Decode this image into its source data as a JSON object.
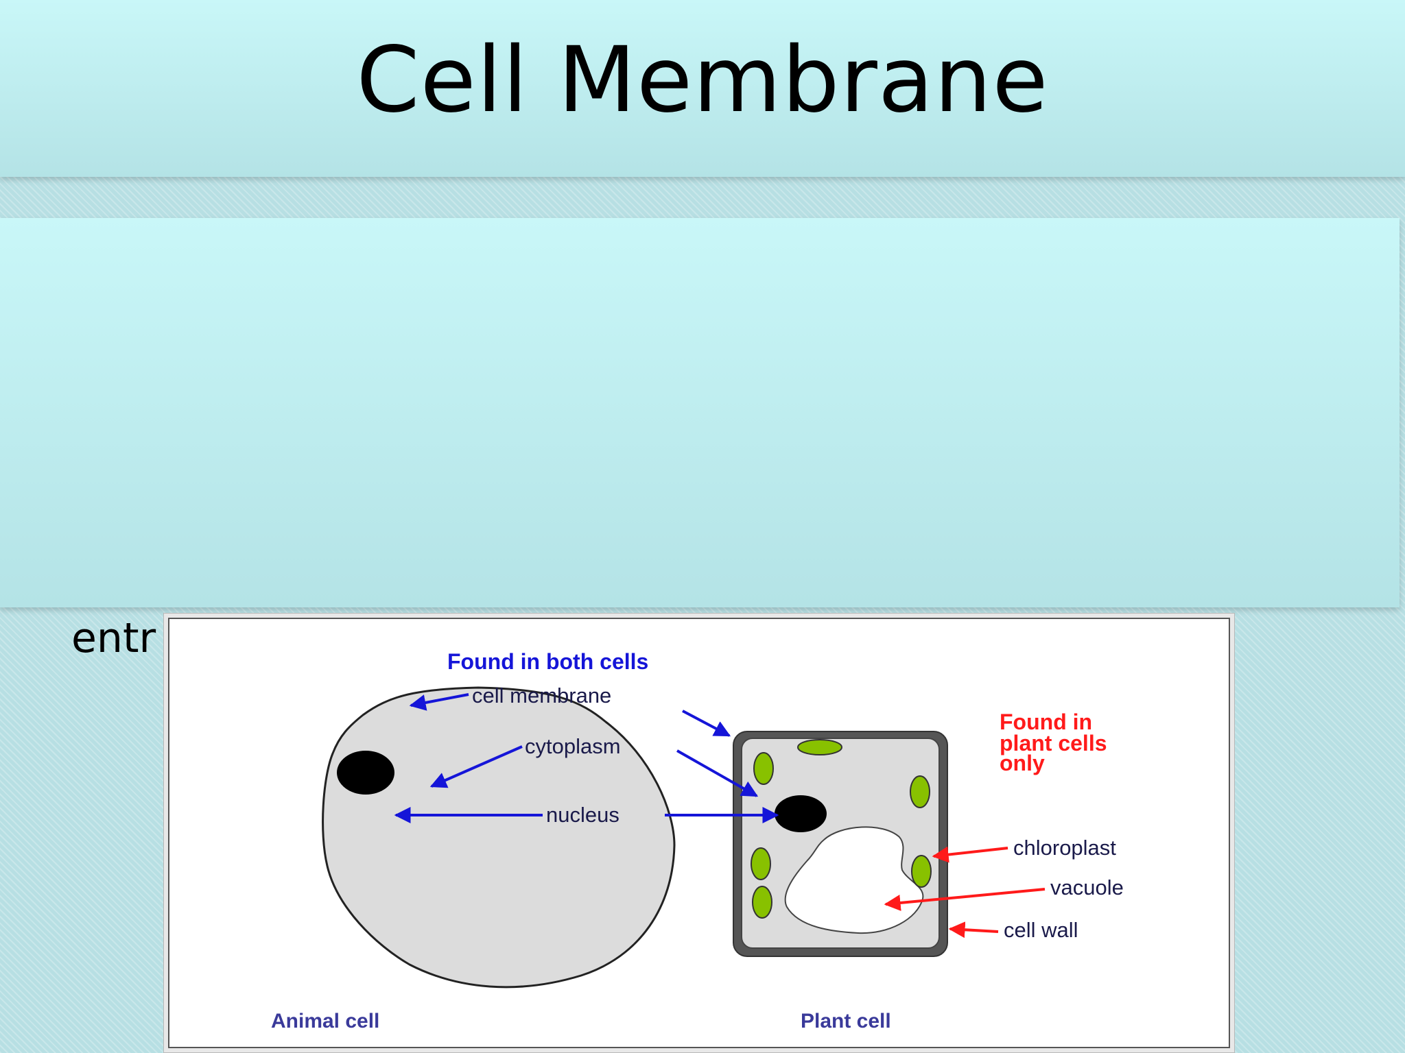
{
  "slide": {
    "title": "Cell Membrane",
    "partial_text": "entr"
  },
  "diagram": {
    "heading_both": "Found in both cells",
    "heading_plant_lines": [
      "Found in",
      "plant cells",
      "only"
    ],
    "labels": {
      "cell_membrane": "cell membrane",
      "cytoplasm": "cytoplasm",
      "nucleus": "nucleus",
      "chloroplast": "chloroplast",
      "vacuole": "vacuole",
      "cell_wall": "cell wall"
    },
    "captions": {
      "animal": "Animal cell",
      "plant": "Plant cell"
    },
    "colors": {
      "both": "#1515d8",
      "plant_only": "#ff1a1a",
      "caption": "#3a3a9a",
      "label": "#1a1a4a",
      "cell_fill": "#dcdcdc",
      "chloroplast": "#88c100"
    }
  }
}
